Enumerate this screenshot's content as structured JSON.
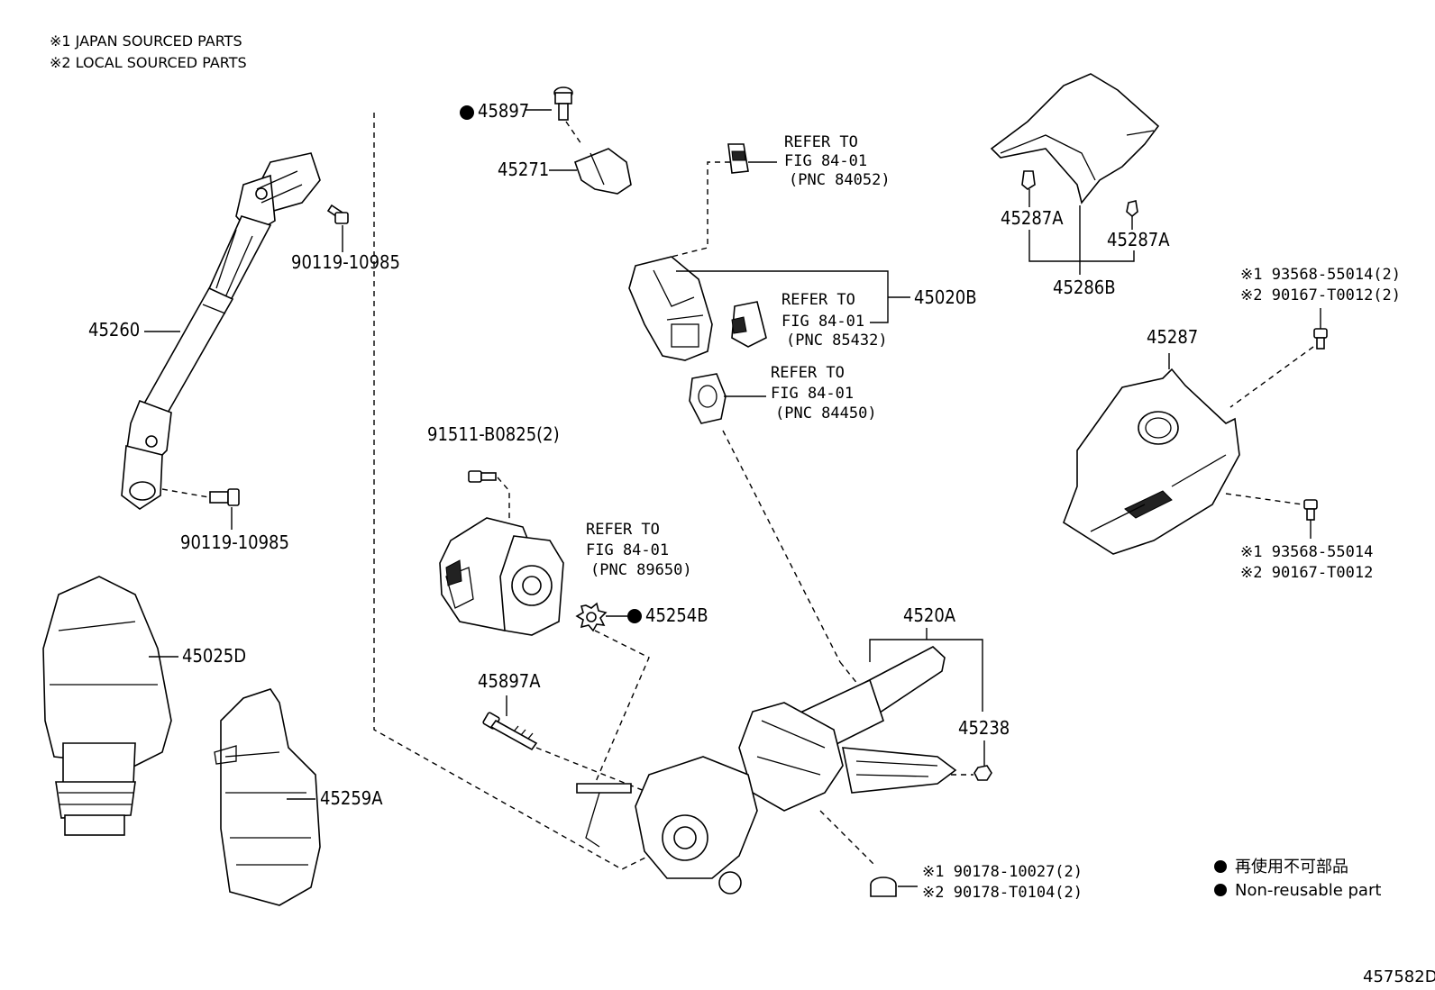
{
  "notes": {
    "japan": "※1 JAPAN SOURCED PARTS",
    "local": "※2 LOCAL SOURCED PARTS"
  },
  "labels": {
    "p45897": "45897",
    "p45271": "45271",
    "p90119a": "90119-10985",
    "p45260": "45260",
    "p90119b": "90119-10985",
    "p45025D": "45025D",
    "p45259A": "45259A",
    "p91511": "91511-B0825(2)",
    "p45254B": "45254B",
    "p45897A": "45897A",
    "p45020B": "45020B",
    "p4520A": "4520A",
    "p45238": "45238",
    "p45287A_l": "45287A",
    "p45287A_r": "45287A",
    "p45286B": "45286B",
    "p45287": "45287",
    "screw_top_1": "※1  93568-55014(2)",
    "screw_top_2": "※2  90167-T0012(2)",
    "screw_bot_1": "※1  93568-55014",
    "screw_bot_2": "※2  90167-T0012",
    "nut_1": "※1  90178-10027(2)",
    "nut_2": "※2  90178-T0104(2)"
  },
  "refs": {
    "r84052": {
      "a": "REFER TO",
      "b": "FIG 84-01",
      "c": "(PNC 84052)"
    },
    "r85432": {
      "a": "REFER TO",
      "b": "FIG 84-01",
      "c": "(PNC 85432)"
    },
    "r84450": {
      "a": "REFER TO",
      "b": "FIG 84-01",
      "c": "(PNC 84450)"
    },
    "r89650": {
      "a": "REFER TO",
      "b": "FIG 84-01",
      "c": "(PNC 89650)"
    }
  },
  "legend": {
    "jp": "再使用不可部品",
    "en": "Non-reusable part"
  },
  "figure_id": "457582D"
}
